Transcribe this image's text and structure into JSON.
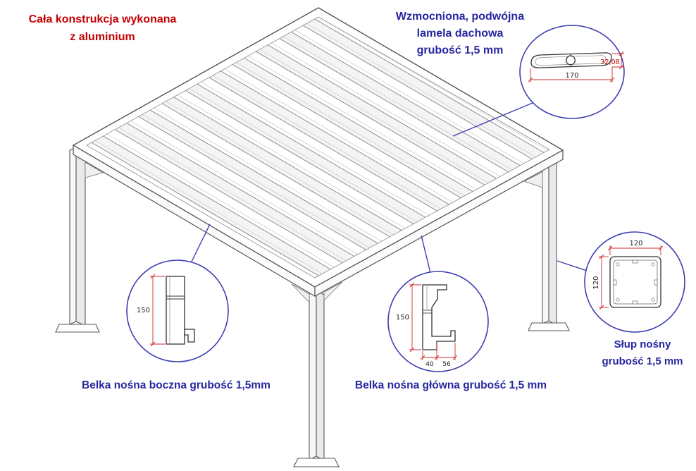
{
  "colors": {
    "red": "#c40000",
    "blue": "#2727a1",
    "circle": "#3d3db2",
    "dim": "#cc2a2a",
    "dimtext": "#222222"
  },
  "labels": {
    "material": {
      "line1": "Cała konstrukcja wykonana",
      "line2": "z aluminium"
    },
    "lamella": {
      "line1": "Wzmocniona, podwójna",
      "line2": "lamela dachowa",
      "line3": "grubość 1,5 mm"
    },
    "post": {
      "line1": "Słup nośny",
      "line2": "grubość 1,5 mm"
    },
    "side_beam": "Belka nośna boczna grubość 1,5mm",
    "main_beam": "Belka nośna główna grubość 1,5 mm"
  },
  "dims": {
    "lamella_width": "170",
    "lamella_height": "32,08",
    "post_width": "120",
    "post_height": "120",
    "side_beam_height": "150",
    "main_beam_height": "150",
    "main_beam_w1": "40",
    "main_beam_w2": "56"
  }
}
